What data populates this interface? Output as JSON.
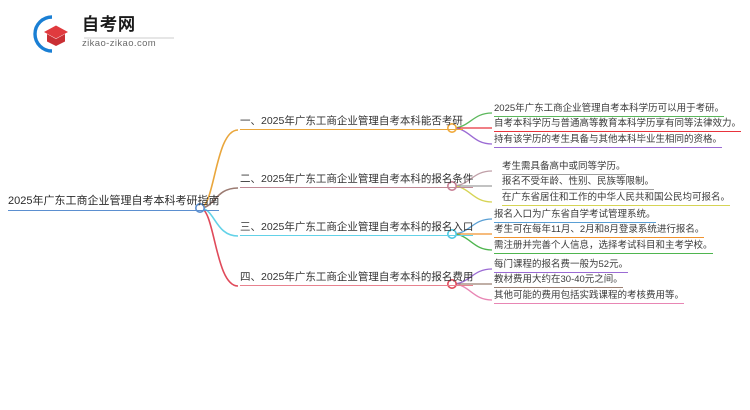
{
  "logo": {
    "icon_name": "zikao-graduation-cap-logo",
    "brand_cn": "自考网",
    "brand_url": "zikao-zikao.com",
    "arc_color": "#1a7fd4",
    "cap_color": "#e03a3e",
    "cap_shadow_color": "#b02a2e"
  },
  "mindmap": {
    "root": {
      "label": "2025年广东工商企业管理自考本科考研指南",
      "underline_color": "#5b8fd0",
      "node_color": "#5b8fd0"
    },
    "branches": [
      {
        "label": "一、2025年广东工商企业管理自考本科能否考研",
        "color": "#e9a63c",
        "node_color": "#f0a93a",
        "leaves": [
          {
            "label": "2025年广东工商企业管理自考本科学历可以用于考研。",
            "color": "#5cb85c"
          },
          {
            "label": "自考本科学历与普通高等教育本科学历享有同等法律效力。",
            "color": "#e8333c"
          },
          {
            "label": "持有该学历的考生具备与其他本科毕业生相同的资格。",
            "color": "#9b6bd4"
          }
        ]
      },
      {
        "label": "二、2025年广东工商企业管理自考本科的报名条件",
        "color": "#c08a96",
        "node_color": "#c87f95",
        "leaves": [
          {
            "label": "考生需具备高中或同等学历。",
            "color": "#9d9d9d"
          },
          {
            "label": "报名不受年龄、性别、民族等限制。",
            "color": "#9d9d9d"
          },
          {
            "label": "在广东省居住和工作的中华人民共和国公民均可报名。",
            "color": "#d6d455"
          }
        ]
      },
      {
        "label": "三、2025年广东工商企业管理自考本科的报名入口",
        "color": "#63d2e8",
        "node_color": "#4cc8e2",
        "leaves": [
          {
            "label": "报名入口为广东省自学考试管理系统。",
            "color": "#5a9fd4"
          },
          {
            "label": "考生可在每年11月、2月和8月登录系统进行报名。",
            "color": "#f0922e"
          },
          {
            "label": "需注册并完善个人信息，选择考试科目和主考学校。",
            "color": "#4fb54f"
          }
        ]
      },
      {
        "label": "四、2025年广东工商企业管理自考本科的报名费用",
        "color": "#e8828f",
        "node_color": "#e04a5a",
        "leaves": [
          {
            "label": "每门课程的报名费一般为52元。",
            "color": "#9b6bd4"
          },
          {
            "label": "教材费用大约在30-40元之间。",
            "color": "#9b7f72"
          },
          {
            "label": "其他可能的费用包括实践课程的考核费用等。",
            "color": "#e886b4"
          }
        ]
      }
    ]
  }
}
